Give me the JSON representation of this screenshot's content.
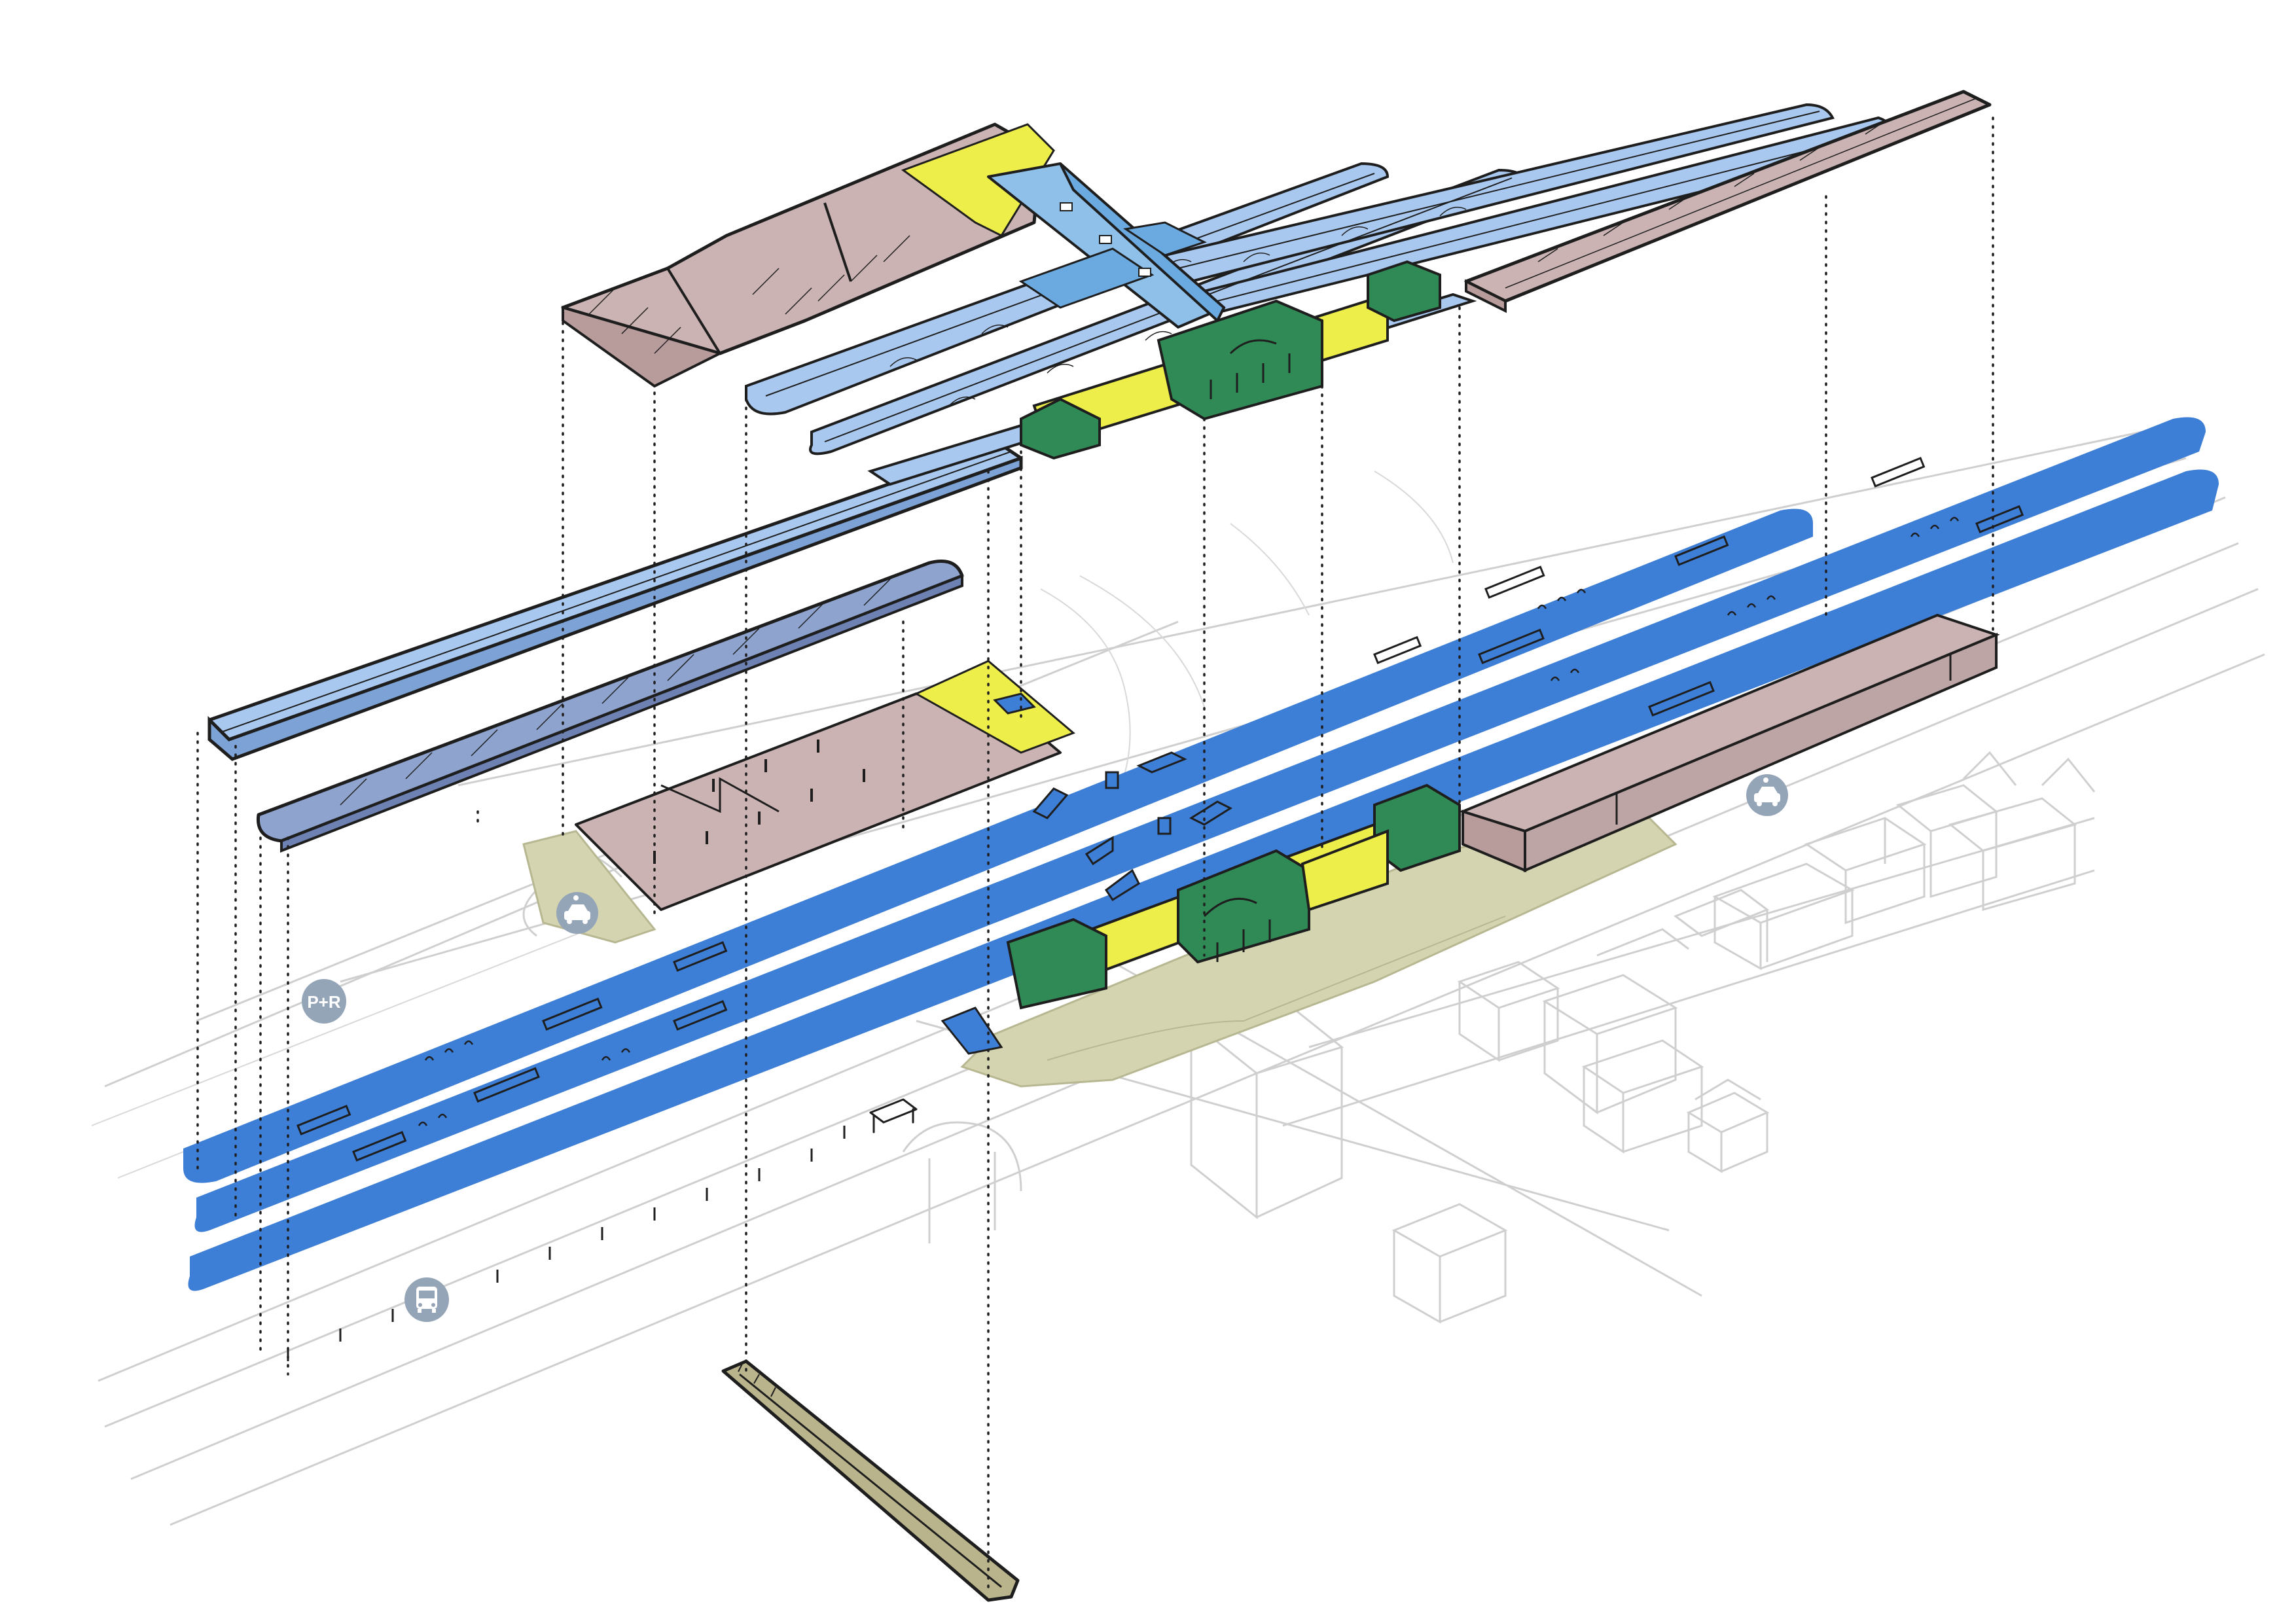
{
  "colors": {
    "platform_blue": "#3d7ed6",
    "canopy_blue": "#a9c8ef",
    "canopy_dark": "#8fa3cf",
    "roof_mauve": "#cbb3b3",
    "highlight_yellow": "#eeee4a",
    "building_green": "#2f8a55",
    "plaza_khaki": "#d4d4b0",
    "ramp_khaki": "#b9b48c",
    "ink": "#1e1e1e",
    "pictogram_grey": "#95a5b8"
  },
  "pictograms": [
    {
      "name": "park-and-ride",
      "label": "P+R",
      "icon": "p-plus-r-icon"
    },
    {
      "name": "kiss-and-ride-west",
      "label": "",
      "icon": "car-drop-off-icon"
    },
    {
      "name": "kiss-and-ride-east",
      "label": "",
      "icon": "car-drop-off-icon"
    },
    {
      "name": "bus-stop",
      "label": "",
      "icon": "bus-icon"
    }
  ],
  "layers": [
    "underpass-ramp",
    "ground-context",
    "platforms",
    "station-buildings",
    "platform-canopies",
    "upper-roofs-and-bridge"
  ]
}
